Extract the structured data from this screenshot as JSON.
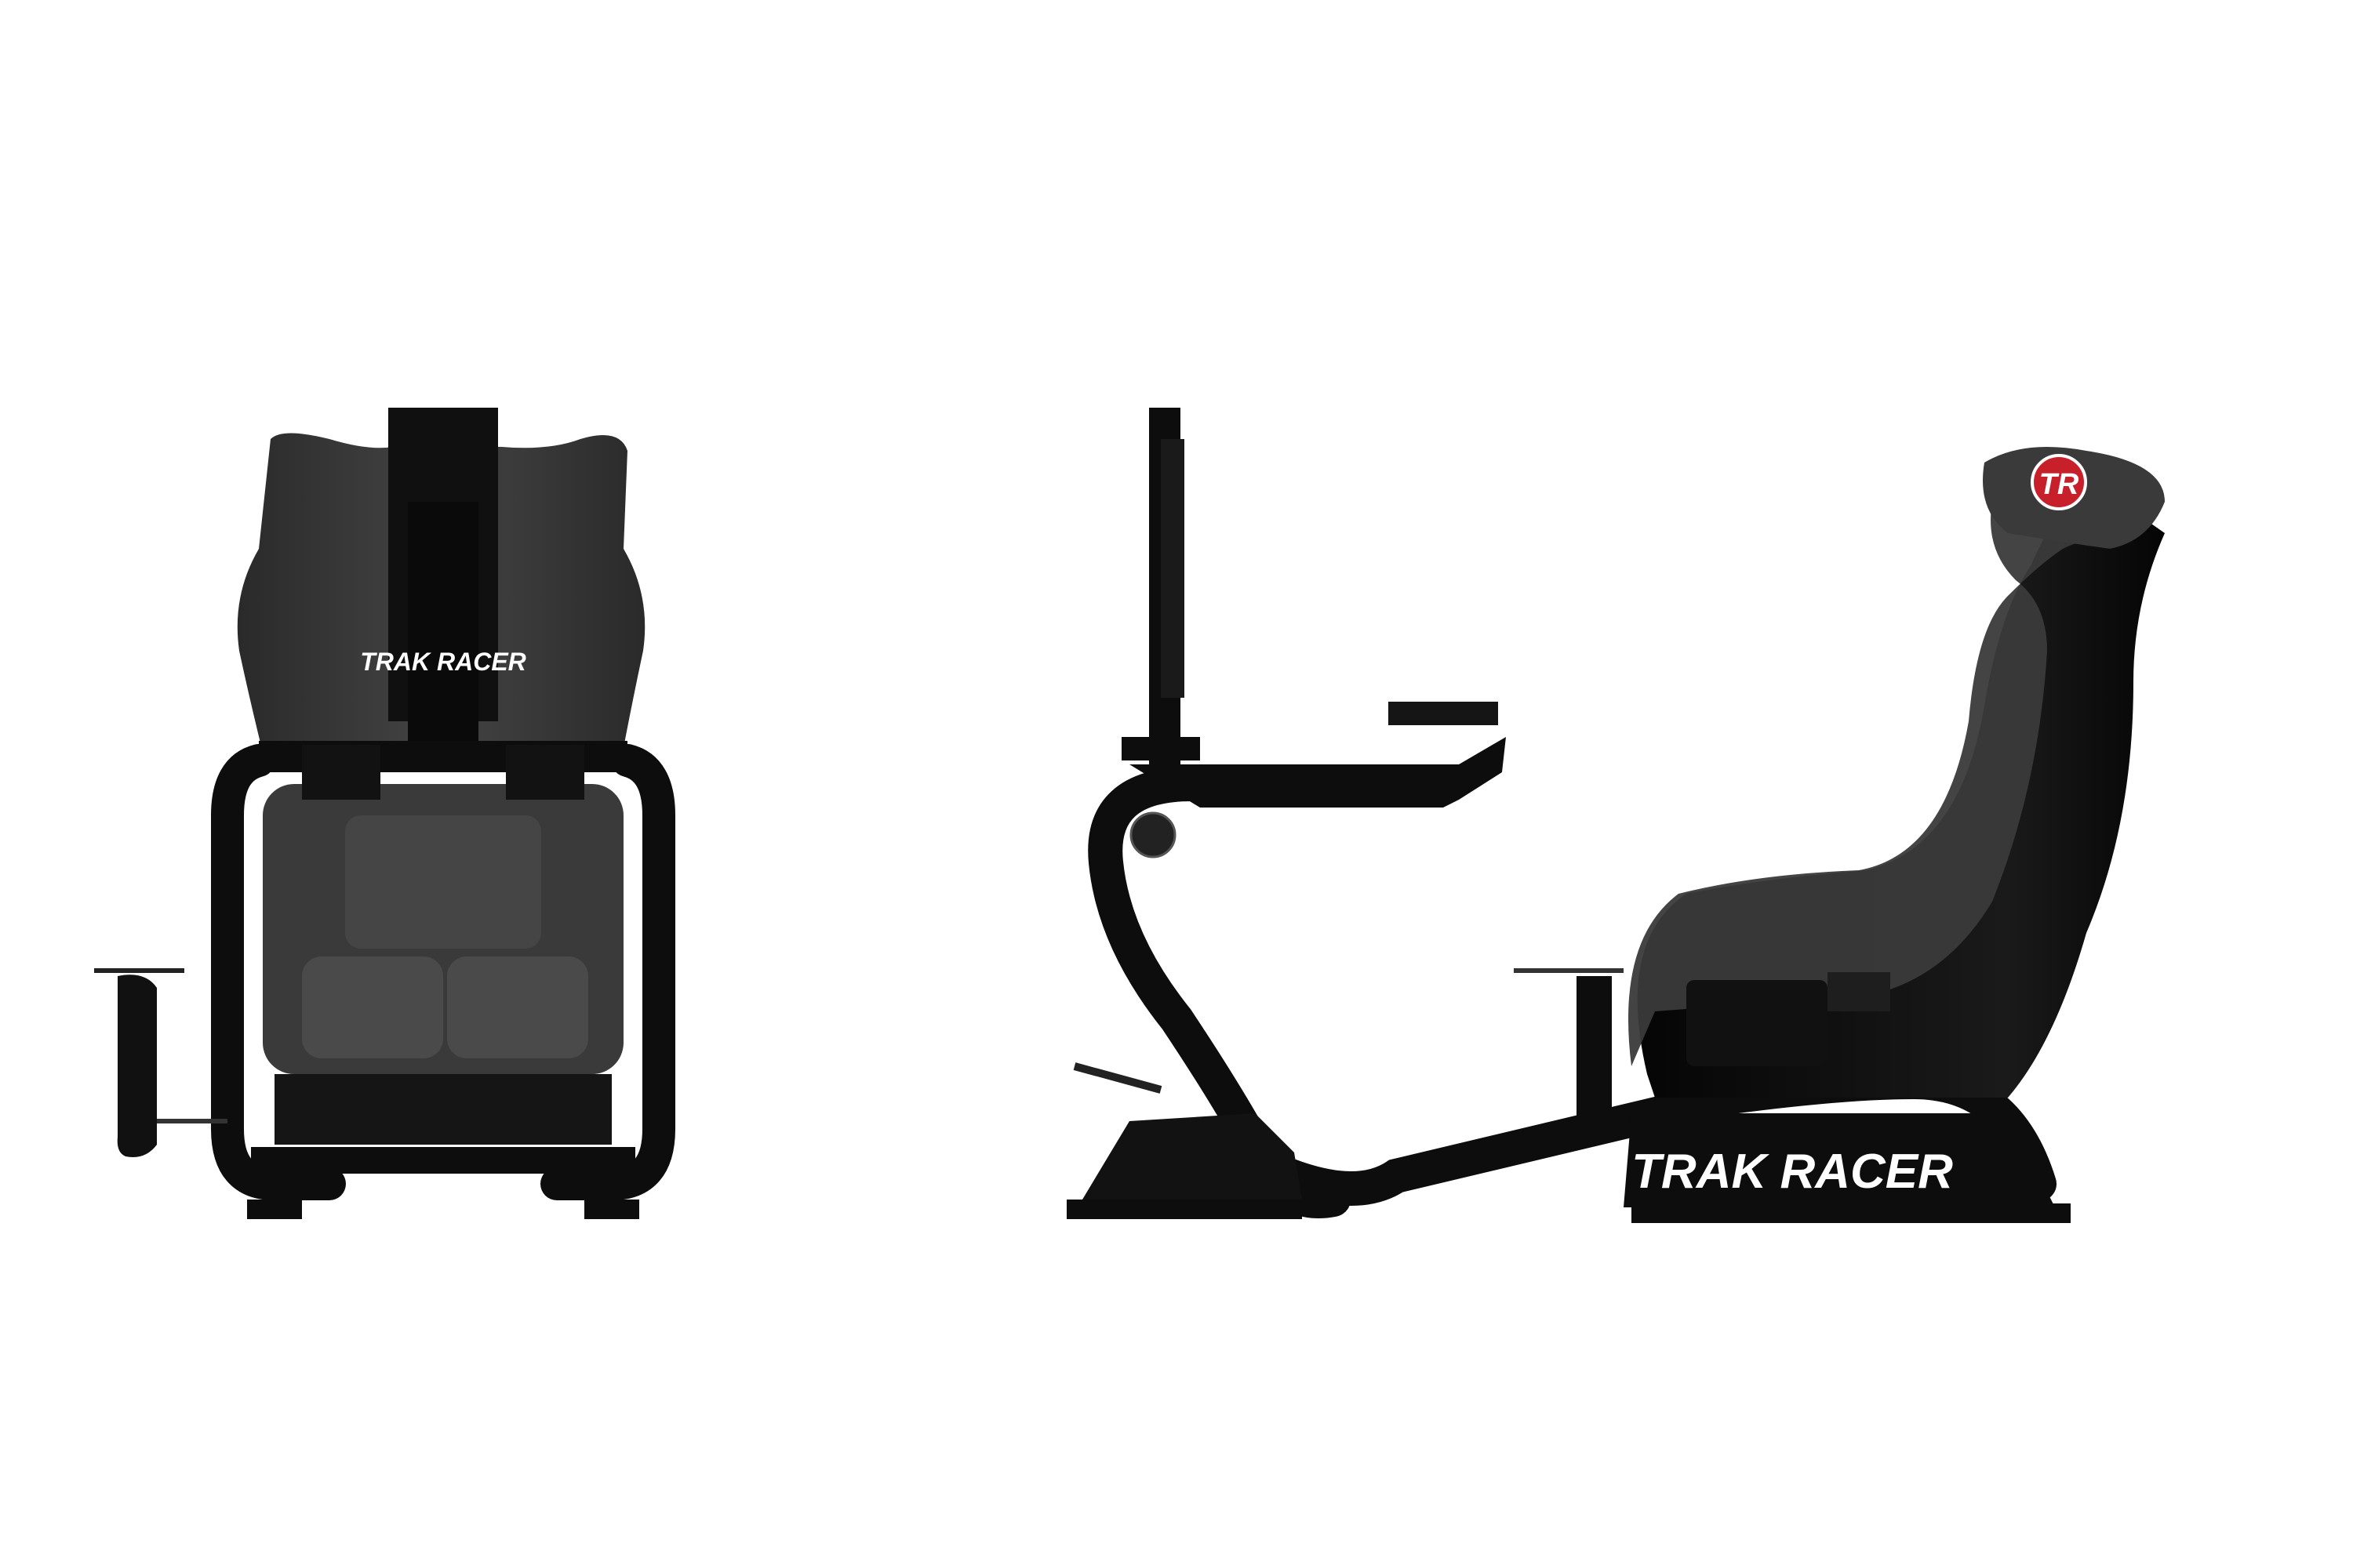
{
  "front_view": {
    "seat_logo_text": "TRAK RACER"
  },
  "side_view": {
    "brand_text": "TRAK RACER",
    "badge_text": "TR"
  },
  "colors": {
    "background": "#ffffff",
    "frame": "#0d0d0d",
    "fabric": "#3a3a3a",
    "badge": "#c8202a"
  }
}
